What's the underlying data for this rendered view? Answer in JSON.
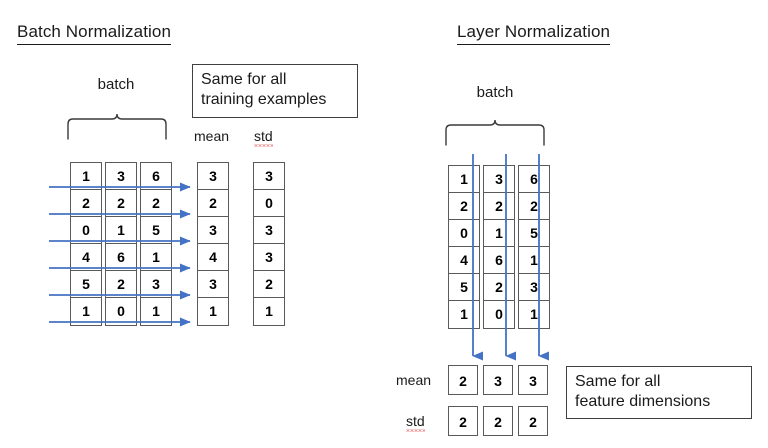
{
  "accent_blue": "#4472C4",
  "line_gray": "#5A5A5A",
  "text_color": "#1A1A1A",
  "spell_error_color": "#E03030",
  "batch_norm": {
    "title": "Batch Normalization",
    "batch_label": "batch",
    "mean_label": "mean",
    "std_label": "std",
    "callout": {
      "line1": "Same for all",
      "line2": "training examples"
    },
    "matrix": [
      [
        "1",
        "3",
        "6"
      ],
      [
        "2",
        "2",
        "2"
      ],
      [
        "0",
        "1",
        "5"
      ],
      [
        "4",
        "6",
        "1"
      ],
      [
        "5",
        "2",
        "3"
      ],
      [
        "1",
        "0",
        "1"
      ]
    ],
    "mean_column": [
      "3",
      "2",
      "3",
      "4",
      "3",
      "1"
    ],
    "std_column": [
      "3",
      "0",
      "3",
      "3",
      "2",
      "1"
    ],
    "arrow_direction": "horizontal-right",
    "arrow_count": 6
  },
  "layer_norm": {
    "title": "Layer Normalization",
    "batch_label": "batch",
    "mean_label": "mean",
    "std_label": "std",
    "callout": {
      "line1": "Same for all",
      "line2": "feature dimensions"
    },
    "matrix": [
      [
        "1",
        "3",
        "6"
      ],
      [
        "2",
        "2",
        "2"
      ],
      [
        "0",
        "1",
        "5"
      ],
      [
        "4",
        "6",
        "1"
      ],
      [
        "5",
        "2",
        "3"
      ],
      [
        "1",
        "0",
        "1"
      ]
    ],
    "mean_row": [
      "2",
      "3",
      "3"
    ],
    "std_row": [
      "2",
      "2",
      "2"
    ],
    "arrow_direction": "vertical-down",
    "arrow_count": 3
  }
}
